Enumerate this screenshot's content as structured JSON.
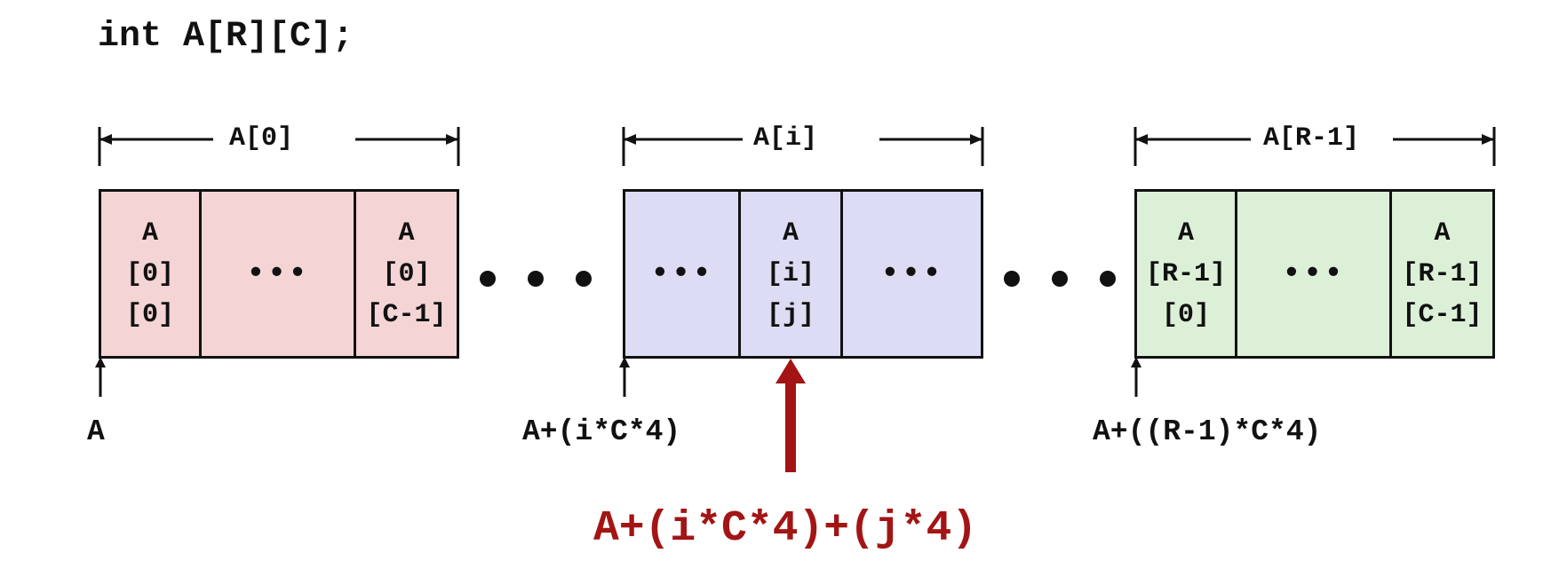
{
  "declaration": "int A[R][C];",
  "rows": [
    {
      "label": "A[0]",
      "fill": "#f4d4d4",
      "first_cell": [
        "A",
        "[0]",
        "[0]"
      ],
      "middle": "•••",
      "last_cell": [
        "A",
        "[0]",
        "[C-1]"
      ],
      "address": "A"
    },
    {
      "label": "A[i]",
      "fill": "#dcdcf4",
      "left_ellipsis": "•••",
      "center_cell": [
        "A",
        "[i]",
        "[j]"
      ],
      "right_ellipsis": "•••",
      "address": "A+(i*C*4)"
    },
    {
      "label": "A[R-1]",
      "fill": "#dcf0d8",
      "first_cell": [
        "A",
        "[R-1]",
        "[0]"
      ],
      "middle": "•••",
      "last_cell": [
        "A",
        "[R-1]",
        "[C-1]"
      ],
      "address": "A+((R-1)*C*4)"
    }
  ],
  "element_address": "A+(i*C*4)+(j*4)",
  "accent_color": "#a31515",
  "icons": [
    "big-dot-separator",
    "up-arrow-icon",
    "red-up-arrow-icon",
    "double-arrow-icon"
  ]
}
